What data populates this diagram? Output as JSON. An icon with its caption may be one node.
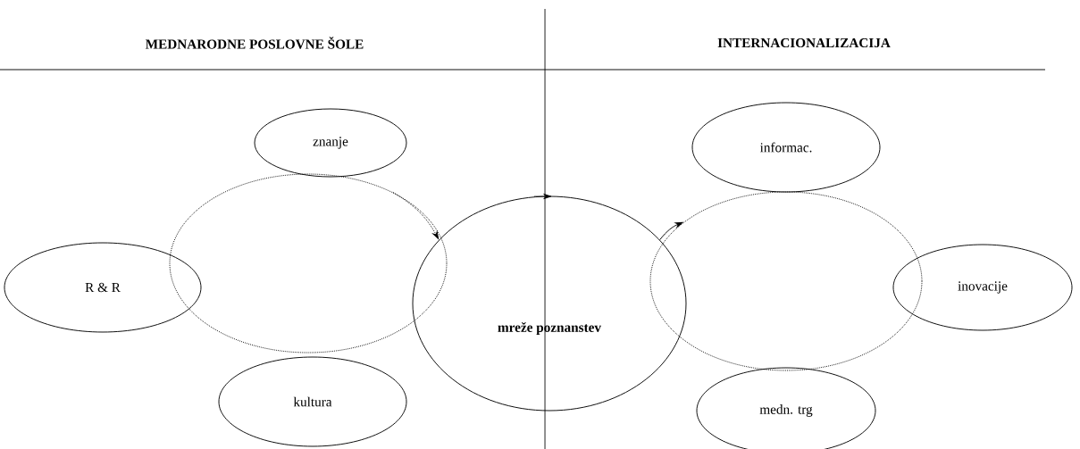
{
  "diagram": {
    "nodes": [
      {
        "text": [
          "znanje"
        ]
      },
      {
        "text": [
          "informac."
        ]
      },
      {
        "text": [],
        "shape": "ellipse"
      },
      {
        "text": [
          "mreže poznanstev"
        ]
      },
      {
        "text": [],
        "shape": "ellipse"
      },
      {
        "text": [
          "R & R"
        ]
      },
      {
        "text": [
          "inovacije"
        ]
      },
      {
        "text": [
          "kultura"
        ]
      },
      {
        "text": [
          "medn. trg"
        ]
      }
    ],
    "edges": [
      {
        "from": 2,
        "to": 3,
        "arrow": "to",
        "style": "dashed"
      },
      {
        "from": 3,
        "to": 4,
        "arrow": "to"
      }
    ],
    "labels": [
      "MEDNARODNE POSLOVNE ŠOLE",
      "INTERNACIONALIZACIJA"
    ]
  }
}
